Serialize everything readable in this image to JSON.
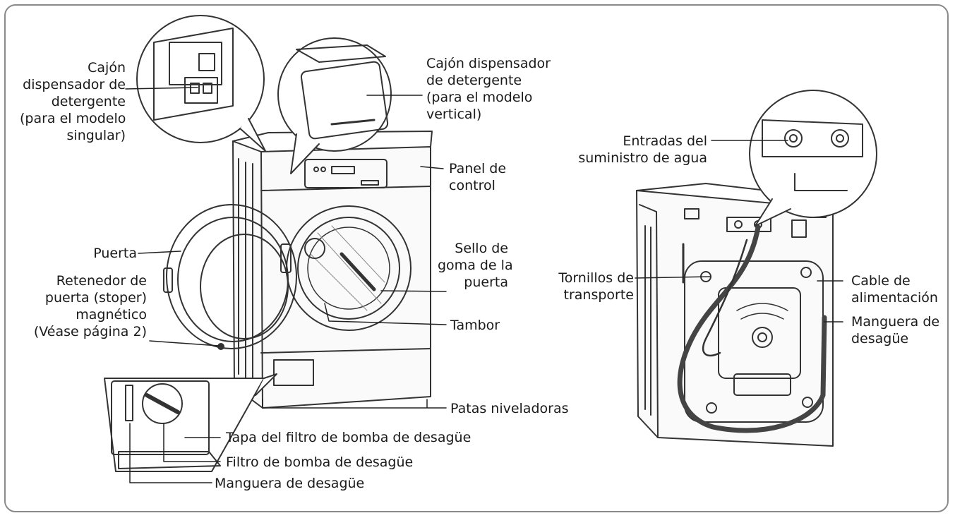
{
  "labels": {
    "dispenser_single": [
      "Cajón",
      "dispensador de",
      "detergente",
      "(para el modelo",
      "singular)"
    ],
    "dispenser_vertical": [
      "Cajón dispensador",
      "de detergente",
      "(para el modelo",
      "vertical)"
    ],
    "control_panel": [
      "Panel de",
      "control"
    ],
    "door": [
      "Puerta"
    ],
    "door_retainer": [
      "Retenedor de",
      "puerta (stoper)",
      "magnético",
      "(Véase página 2)"
    ],
    "door_seal": [
      "Sello de",
      "goma de la",
      "puerta"
    ],
    "drum": [
      "Tambor"
    ],
    "leveling_feet": [
      "Patas niveladoras"
    ],
    "pump_filter_cover": [
      "Tapa del filtro de bomba de desagüe"
    ],
    "pump_filter": [
      "Filtro de bomba de desagüe"
    ],
    "drain_hose_front": [
      "Manguera de desagüe"
    ],
    "water_inlets": [
      "Entradas del",
      "suministro de agua"
    ],
    "transport_bolts": [
      "Tornillos de",
      "transporte"
    ],
    "power_cable": [
      "Cable de",
      "alimentación"
    ],
    "drain_hose_back": [
      "Manguera de",
      "desagüe"
    ]
  },
  "colors": {
    "stroke": "#333333",
    "frame": "#8a8a8a"
  }
}
